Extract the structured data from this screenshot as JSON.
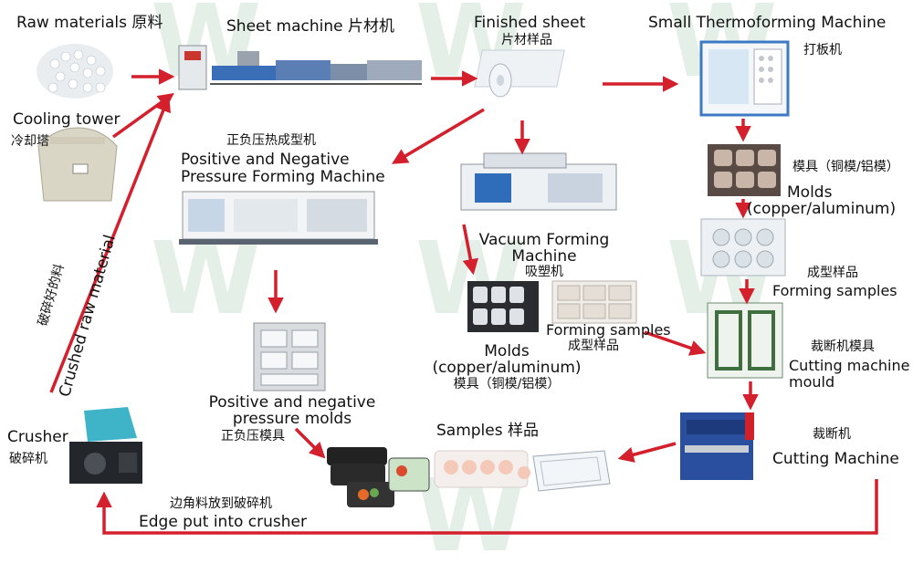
{
  "colors": {
    "arrow": "#d41f2c",
    "watermark": "#cfe3d6",
    "machine_blue": "#2b63b8"
  },
  "labels": {
    "raw_materials": "Raw materials 原料",
    "sheet_machine": "Sheet machine 片材机",
    "finished_sheet_en": "Finished sheet",
    "finished_sheet_cn": "片材样品",
    "small_thermo_en": "Small Thermoforming Machine",
    "small_thermo_cn": "打板机",
    "cooling_tower_en": "Cooling tower",
    "cooling_tower_cn": "冷却塔",
    "pn_machine_cn": "正负压热成型机",
    "pn_machine_en1": "Positive and Negative",
    "pn_machine_en2": "Pressure Forming Machine",
    "molds_right_cn": "模具（铜模/铝模）",
    "molds_right_en1": "Molds",
    "molds_right_en2": "(copper/aluminum)",
    "vacuum_en1": "Vacuum Forming",
    "vacuum_en2": "Machine",
    "vacuum_cn": "吸塑机",
    "crushed_cn": "破碎好的料",
    "crushed_en": "Crushed raw material",
    "forming_samples_right_cn": "成型样品",
    "forming_samples_right_en": "Forming samples",
    "forming_samples_mid_en": "Forming samples",
    "forming_samples_mid_cn": "成型样品",
    "molds_mid_en1": "Molds",
    "molds_mid_en2": "(copper/aluminum)",
    "molds_mid_cn": "模具（铜模/铝模）",
    "cutting_mould_cn": "裁断机模具",
    "cutting_mould_en1": "Cutting machine",
    "cutting_mould_en2": "mould",
    "pn_molds_en1": "Positive and negative",
    "pn_molds_en2": "pressure molds",
    "pn_molds_cn": "正负压模具",
    "samples": "Samples 样品",
    "crusher_en": "Crusher",
    "crusher_cn": "破碎机",
    "cutting_machine_cn": "裁断机",
    "cutting_machine_en": "Cutting Machine",
    "edge_cn": "边角料放到破碎机",
    "edge_en": "Edge put into crusher"
  },
  "watermark": "W"
}
